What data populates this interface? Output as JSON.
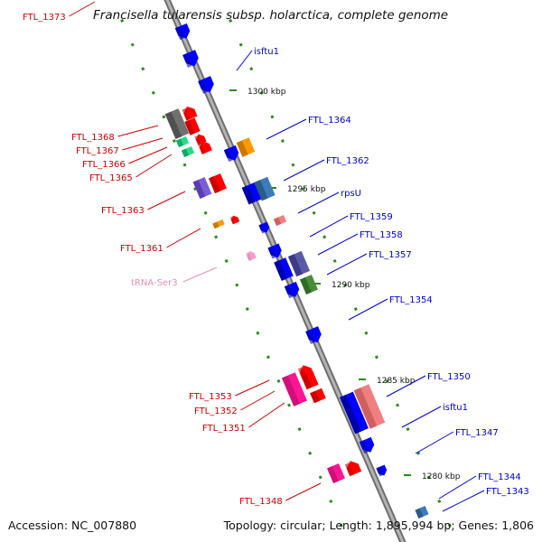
{
  "title": "Francisella tularensis subsp. holarctica, complete genome",
  "footer": {
    "accession": "Accession: NC_007880",
    "summary": "Topology: circular; Length: 1,895,994 bp; Genes: 1,806"
  },
  "colors": {
    "backbone": "#8c8c8c",
    "tick": "#2a8a1a",
    "left_label": "#cc0000",
    "right_label": "#0000cc",
    "trna_label": "#e58fb8"
  },
  "ticks": [
    {
      "label": "1300 kbp"
    },
    {
      "label": "1295 kbp"
    },
    {
      "label": "1290 kbp"
    },
    {
      "label": "1285 kbp"
    },
    {
      "label": "1280 kbp"
    }
  ],
  "left_labels": [
    {
      "text": "FTL_1373"
    },
    {
      "text": "FTL_1368"
    },
    {
      "text": "FTL_1367"
    },
    {
      "text": "FTL_1366"
    },
    {
      "text": "FTL_1365"
    },
    {
      "text": "FTL_1363"
    },
    {
      "text": "FTL_1361"
    },
    {
      "text": "tRNA-Ser3"
    },
    {
      "text": "FTL_1353"
    },
    {
      "text": "FTL_1352"
    },
    {
      "text": "FTL_1351"
    },
    {
      "text": "FTL_1348"
    }
  ],
  "right_labels": [
    {
      "text": "isftu1"
    },
    {
      "text": "FTL_1364"
    },
    {
      "text": "FTL_1362"
    },
    {
      "text": "rpsU"
    },
    {
      "text": "FTL_1359"
    },
    {
      "text": "FTL_1358"
    },
    {
      "text": "FTL_1357"
    },
    {
      "text": "FTL_1354"
    },
    {
      "text": "FTL_1350"
    },
    {
      "text": "isftu1"
    },
    {
      "text": "FTL_1347"
    },
    {
      "text": "FTL_1344"
    },
    {
      "text": "FTL_1343"
    }
  ]
}
